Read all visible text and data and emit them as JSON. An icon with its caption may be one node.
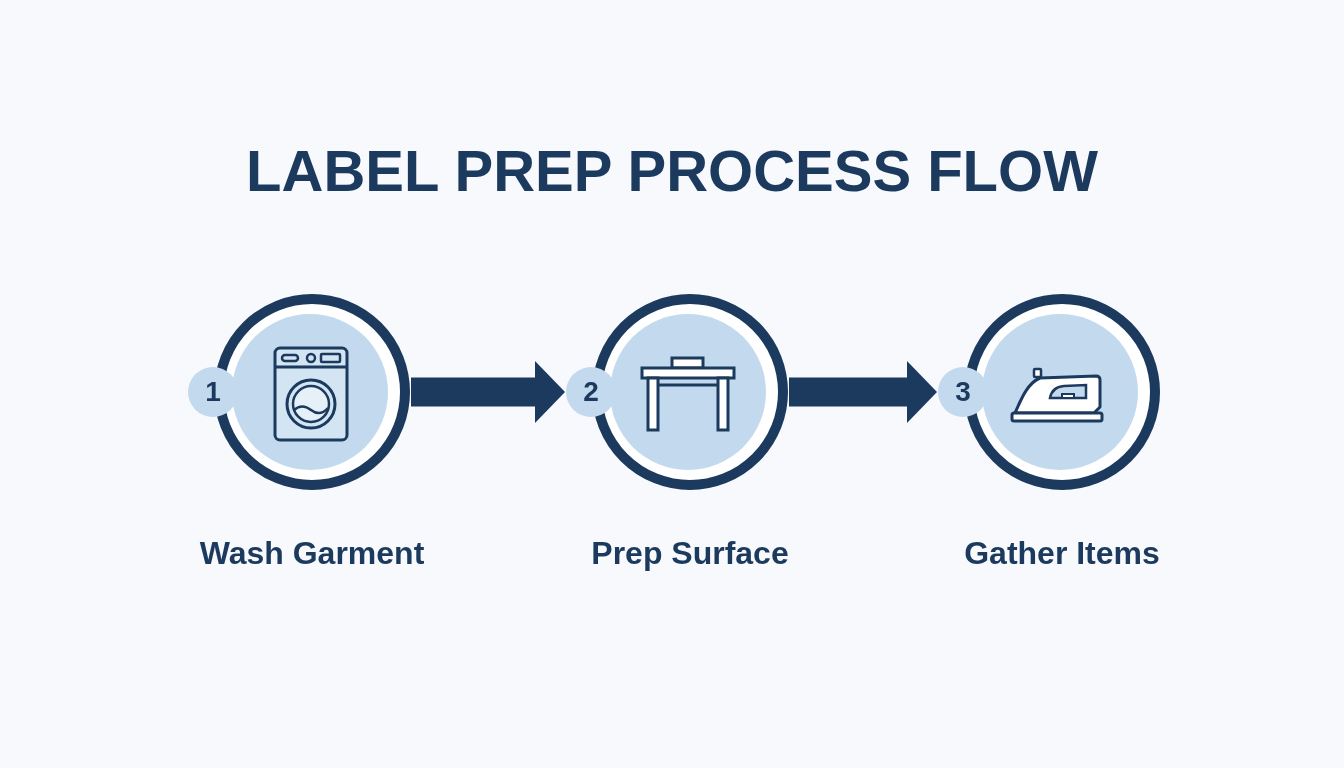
{
  "diagram": {
    "title": "LABEL PREP PROCESS FLOW",
    "nodes": [
      {
        "text": [
          "1"
        ],
        "beside": [
          "Wash Garment"
        ]
      },
      {
        "text": [
          "2"
        ],
        "beside": [
          "Prep Surface"
        ]
      },
      {
        "text": [
          "3"
        ],
        "beside": [
          "Gather Items"
        ]
      }
    ],
    "edges": [
      {
        "from": 0,
        "to": 1,
        "arrow": "to"
      },
      {
        "from": 1,
        "to": 2,
        "arrow": "to"
      }
    ]
  }
}
